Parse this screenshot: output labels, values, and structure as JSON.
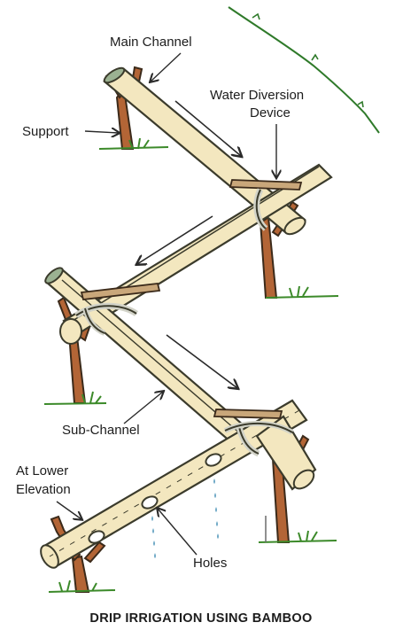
{
  "labels": {
    "main_channel": "Main Channel",
    "water_diversion_line1": "Water Diversion",
    "water_diversion_line2": "Device",
    "support": "Support",
    "sub_channel": "Sub-Channel",
    "lower_elevation_line1": "At Lower",
    "lower_elevation_line2": "Elevation",
    "holes": "Holes"
  },
  "title": "DRIP IRRIGATION USING BAMBOO",
  "colors": {
    "bamboo_fill": "#f3e7bf",
    "bamboo_outline": "#3b3b2c",
    "inner_channel": "#9bb191",
    "tie": "#d2d3c8",
    "wood_plank": "#c9a77a",
    "post": "#b36536",
    "grass": "#3c8a2a",
    "water_drop": "#6aa6c4"
  }
}
